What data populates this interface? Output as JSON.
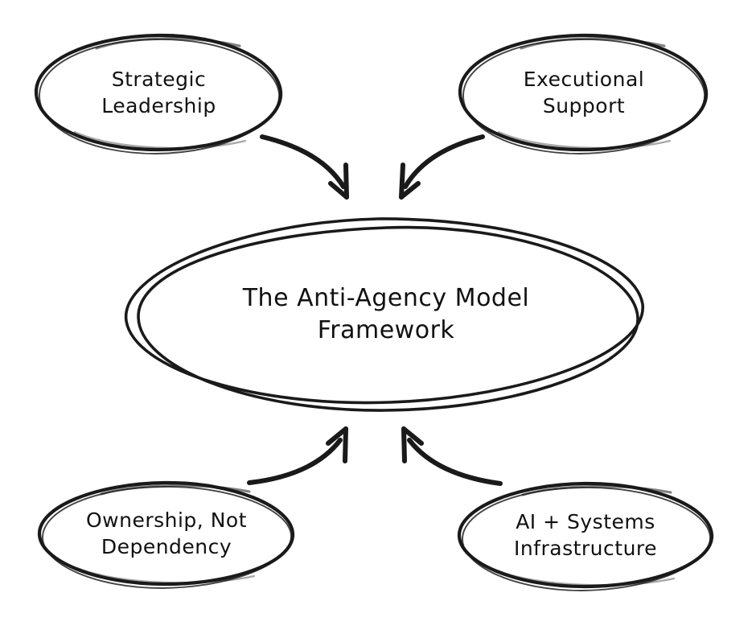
{
  "diagram": {
    "title": "The Anti-Agency Model Framework",
    "style": "hand-drawn sketch",
    "background_color": "#ffffff",
    "stroke_color": "#1a1a1a",
    "text_color": "#111111",
    "center_node": {
      "id": "center",
      "label": "The Anti-Agency Model Framework",
      "line1": "The Anti-Agency Model",
      "line2": "Framework",
      "shape": "double-ellipse"
    },
    "nodes": [
      {
        "id": "strategic-leadership",
        "label": "Strategic Leadership",
        "line1": "Strategic",
        "line2": "Leadership",
        "position": "top-left",
        "shape": "ellipse"
      },
      {
        "id": "executional-support",
        "label": "Executional Support",
        "line1": "Executional",
        "line2": "Support",
        "position": "top-right",
        "shape": "ellipse"
      },
      {
        "id": "ownership-not-dependency",
        "label": "Ownership, Not Dependency",
        "line1": "Ownership, Not",
        "line2": "Dependency",
        "position": "bottom-left",
        "shape": "ellipse"
      },
      {
        "id": "ai-systems-infrastructure",
        "label": "AI + Systems Infrastructure",
        "line1": "AI + Systems",
        "line2": "Infrastructure",
        "position": "bottom-right",
        "shape": "ellipse"
      }
    ],
    "edges": [
      {
        "id": "edge-strategic-leadership-to-center",
        "from": "strategic-leadership",
        "to": "center",
        "arrowhead": "open",
        "direction": "down-right"
      },
      {
        "id": "edge-executional-support-to-center",
        "from": "executional-support",
        "to": "center",
        "arrowhead": "open",
        "direction": "down-left"
      },
      {
        "id": "edge-ownership-not-dependency-to-center",
        "from": "ownership-not-dependency",
        "to": "center",
        "arrowhead": "open",
        "direction": "up-right"
      },
      {
        "id": "edge-ai-systems-infrastructure-to-center",
        "from": "ai-systems-infrastructure",
        "to": "center",
        "arrowhead": "open",
        "direction": "up-left"
      }
    ]
  }
}
